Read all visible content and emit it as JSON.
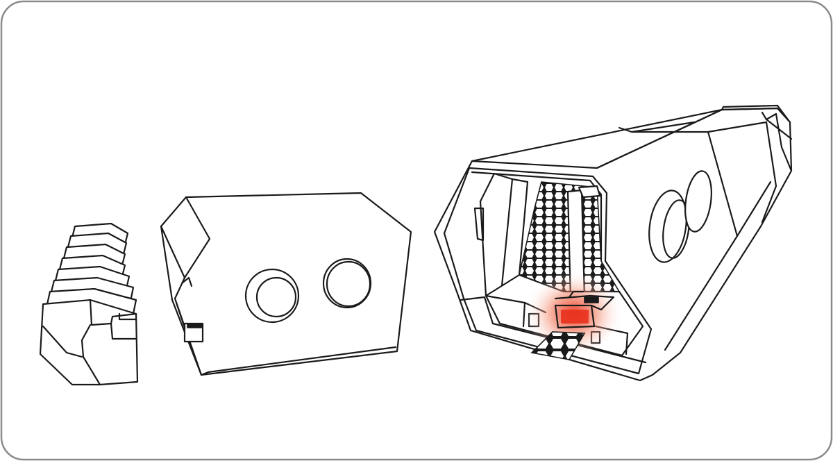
{
  "colors": {
    "stroke": "#1a1a1a",
    "frame": "#8a8a8a",
    "background": "#ffffff",
    "highlight": "#e8321e",
    "highlight_glow": "#f5a08c"
  },
  "icons": [
    "heatsink-fins-part",
    "cover-plate-part",
    "enclosure-cutaway-part",
    "highlighted-component"
  ]
}
